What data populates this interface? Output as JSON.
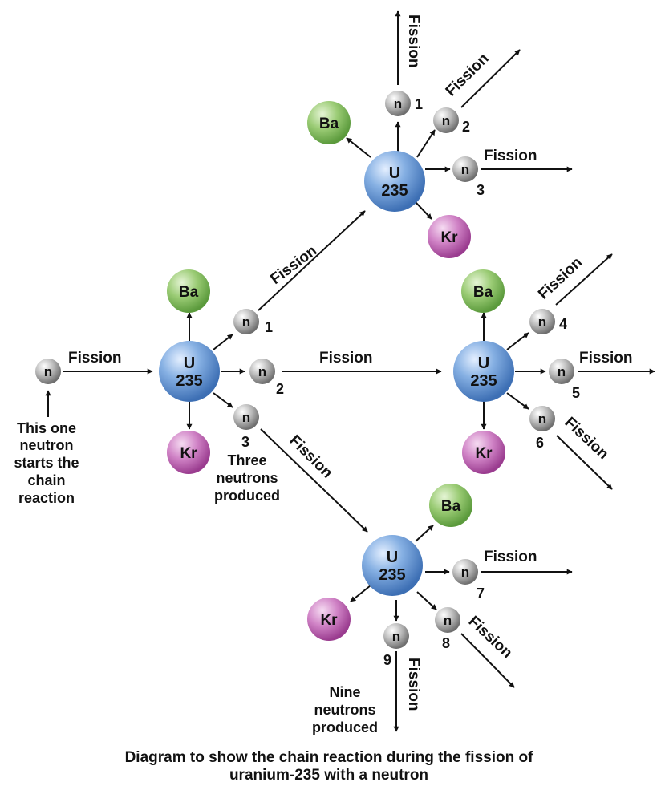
{
  "labels": {
    "fission": "Fission",
    "uranium_top": "U",
    "uranium_bottom": "235",
    "neutron": "n",
    "barium": "Ba",
    "krypton": "Kr"
  },
  "neutron_numbers": [
    "1",
    "2",
    "3",
    "4",
    "5",
    "6",
    "7",
    "8",
    "9"
  ],
  "notes": {
    "start": [
      "This one",
      "neutron",
      "starts the",
      "chain",
      "reaction"
    ],
    "three": [
      "Three",
      "neutrons",
      "produced"
    ],
    "nine": [
      "Nine",
      "neutrons",
      "produced"
    ]
  },
  "caption": {
    "line1": "Diagram to show the chain reaction during the fission of",
    "line2": "uranium-235 with a neutron"
  },
  "colors": {
    "uranium": "#5b8fd0",
    "neutron": "#9a9a9a",
    "barium": "#7fb85a",
    "krypton": "#c05cb8"
  }
}
